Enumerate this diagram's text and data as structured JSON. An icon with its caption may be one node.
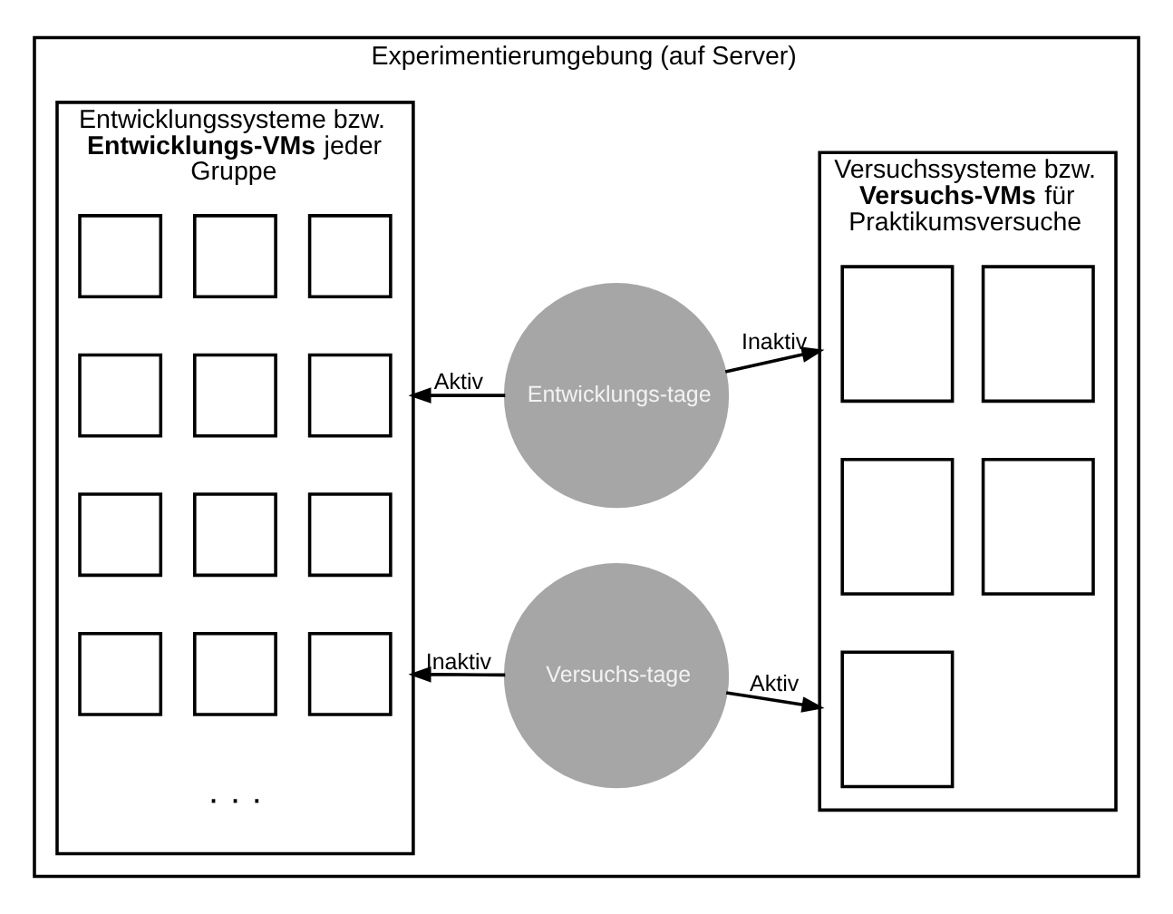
{
  "diagram": {
    "nodes": [
      {
        "text": [
          "Experimentierumgebung (auf Server)"
        ]
      },
      {
        "text": [
          "Entwicklungssysteme bzw. **Entwicklungs-VMs** jeder Gruppe"
        ],
        "in": 0
      },
      {
        "text": [],
        "shape": "box",
        "in": 1
      },
      {
        "text": [],
        "shape": "box",
        "in": 1
      },
      {
        "text": [],
        "shape": "box",
        "in": 1
      },
      {
        "text": [],
        "shape": "box",
        "in": 1
      },
      {
        "text": [],
        "shape": "box",
        "in": 1
      },
      {
        "text": [],
        "shape": "box",
        "in": 1
      },
      {
        "text": [],
        "shape": "box",
        "in": 1
      },
      {
        "text": [],
        "shape": "box",
        "in": 1
      },
      {
        "text": [],
        "shape": "box",
        "in": 1
      },
      {
        "text": [],
        "shape": "box",
        "in": 1
      },
      {
        "text": [],
        "shape": "box",
        "in": 1
      },
      {
        "text": [],
        "shape": "box",
        "in": 1
      },
      {
        "text": [
          "Entwicklungs-tage"
        ],
        "in": 0
      },
      {
        "text": [
          "Versuchs-tage"
        ],
        "in": 0
      },
      {
        "text": [
          "Versuchssysteme bzw. **Versuchs-VMs** für Praktikumsversuche"
        ],
        "in": 0
      },
      {
        "text": [],
        "shape": "box",
        "in": 16
      },
      {
        "text": [],
        "shape": "box",
        "in": 16
      },
      {
        "text": [],
        "shape": "box",
        "in": 16
      },
      {
        "text": [],
        "shape": "box",
        "in": 16
      },
      {
        "text": [],
        "shape": "box",
        "in": 16
      }
    ],
    "edges": [
      {
        "from": 14,
        "to": 1,
        "arrow": "to",
        "label": "Aktiv"
      },
      {
        "from": 14,
        "to": 16,
        "arrow": "to",
        "label": "Inaktiv"
      },
      {
        "from": 15,
        "to": 16,
        "arrow": "to",
        "label": "Aktiv"
      },
      {
        "from": 15,
        "to": 1,
        "arrow": "to",
        "label": "Inaktiv"
      }
    ],
    "labels": [
      "· · ·"
    ]
  }
}
